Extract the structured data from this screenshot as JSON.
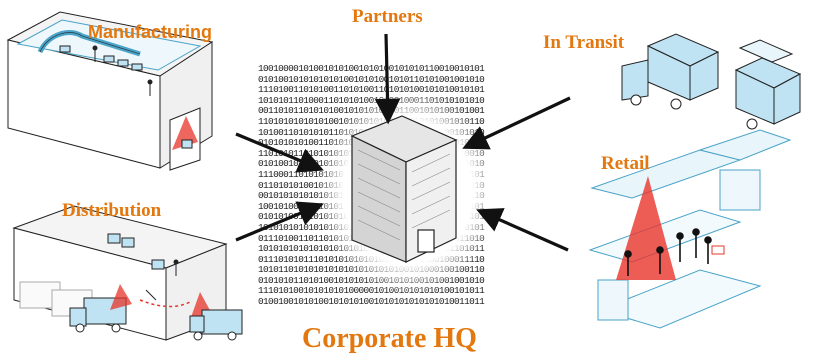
{
  "labels": {
    "manufacturing": "Manufacturing",
    "partners": "Partners",
    "in_transit": "In Transit",
    "retail": "Retail",
    "distribution": "Distribution",
    "corporate_hq": "Corporate HQ"
  },
  "colors": {
    "label_orange": "#e2780f",
    "sensor_red": "#e8342a",
    "line_blue": "#4aa3c8",
    "fill_light_blue": "#bfe3f2",
    "arrow_black": "#111111"
  },
  "binary_lines": [
    "100100001010010101001010100101010110010010101",
    "010100101010101010010101001010110101001001010",
    "111010011010100110101001101010100101010010101",
    "101010110100011010101001010010001101010101010",
    "001101011010101001010101010011001010100101001",
    "110101010101010010101010100101010101001010110",
    "101001101010101101010010101010101010100101010",
    "010101010100110101010101010010101001010010100",
    "110101011010101010100101010010101010101010010",
    "010100101010101010101010101010100101010101010",
    "111000110101010101010100101010101010101010101",
    "011010101001010101010110101010101001010101010",
    "001010101010101010101010010101010101001010110",
    "100101001010101010101010101010101010101010101",
    "010101001010101010101001010101010010100101101",
    "101010101010101010101010101010101010101010101",
    "011101001101101010101010101010100101010011010",
    "101010101010101010101011010101010101001101011",
    "011101010111010101010101010101001000100011110",
    "101011010101010101010101010100101000100100110",
    "010101011010100101010101001010100101001001010",
    "111010100101010101000001010010101010100101011",
    "010010010101001010101001010101010101010011011"
  ]
}
